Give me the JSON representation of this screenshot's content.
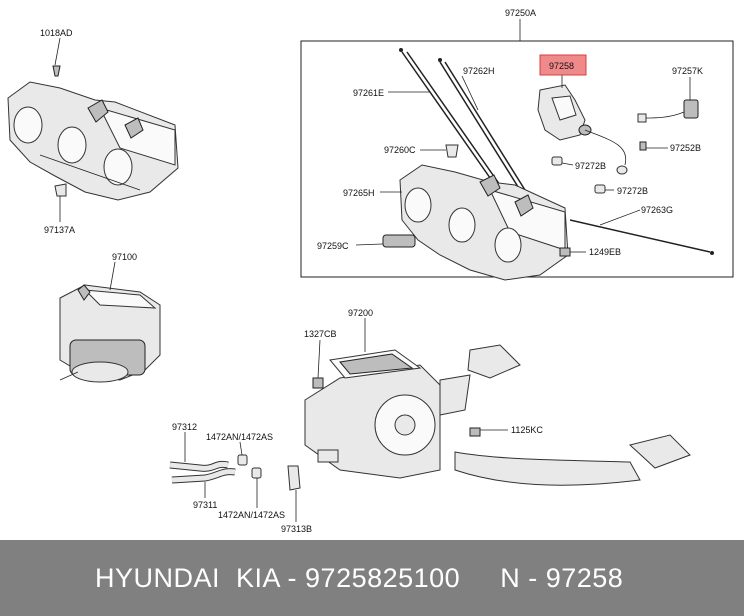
{
  "labels": {
    "l1018AD": "1018AD",
    "l97137A": "97137A",
    "l97100": "97100",
    "l97250A": "97250A",
    "l97258": "97258",
    "l97257K": "97257K",
    "l97261E": "97261E",
    "l97262H": "97262H",
    "l97252B": "97252B",
    "l97260C": "97260C",
    "l97272B_a": "97272B",
    "l97272B_b": "97272B",
    "l97265H": "97265H",
    "l97263G": "97263G",
    "l97259C": "97259C",
    "l1249EB": "1249EB",
    "l97200": "97200",
    "l1327CB": "1327CB",
    "l1125KC": "1125KC",
    "l97312": "97312",
    "l1472AN_a": "1472AN/1472AS",
    "l97311": "97311",
    "l1472AN_b": "1472AN/1472AS",
    "l97313B": "97313B"
  },
  "highlight": {
    "fill": "#f08a8a",
    "stroke": "#d04040"
  },
  "footer": {
    "text": "HYUNDAI  KIA - 9725825100     N - 97258"
  }
}
